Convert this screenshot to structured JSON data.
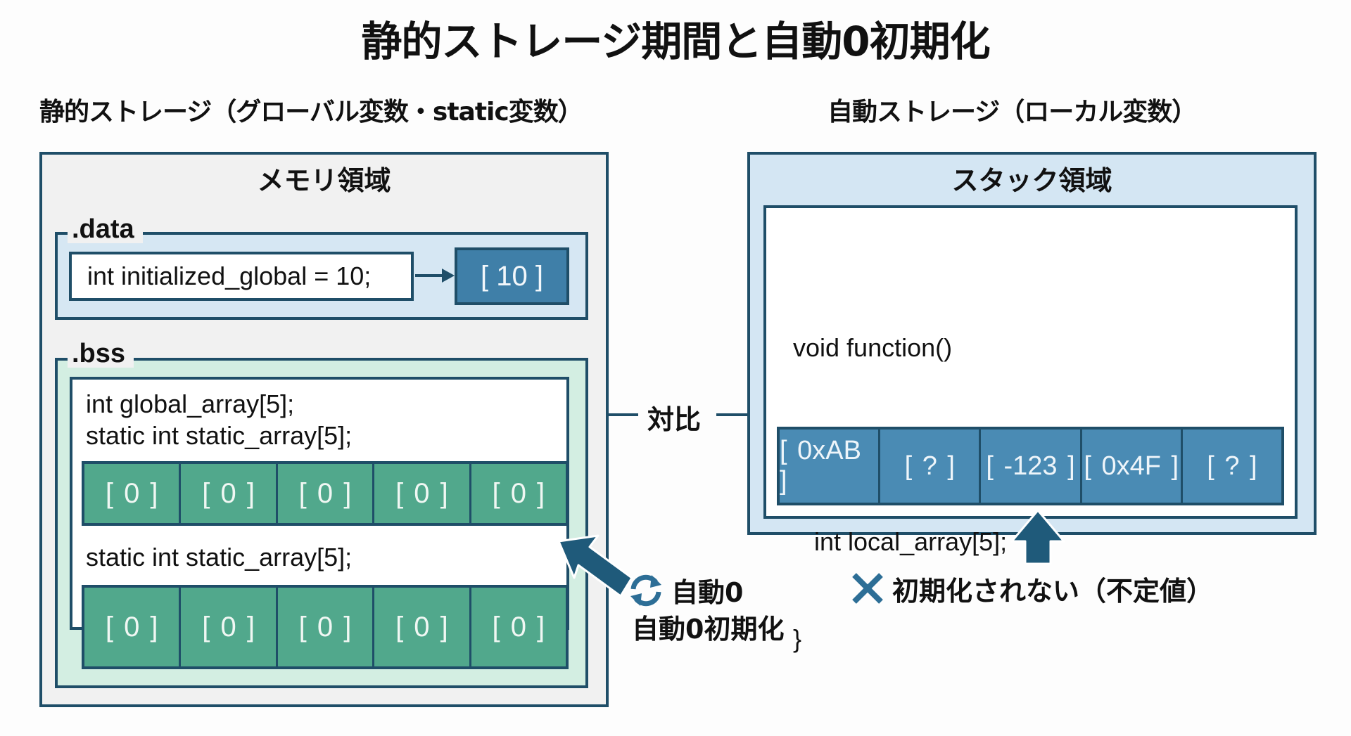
{
  "title": "静的ストレージ期間と自動0初期化",
  "left": {
    "heading": "静的ストレージ（グローバル変数・static変数）",
    "panel_title": "メモリ領域",
    "data_section": {
      "label": ".data",
      "code": "int initialized_global = 10;",
      "value": "[ 10 ]"
    },
    "bss_section": {
      "label": ".bss",
      "code_lines": [
        "int global_array[5];",
        "static int static_array[5];"
      ],
      "row1_cells": [
        "[ 0 ]",
        "[ 0 ]",
        "[ 0 ]",
        "[ 0 ]",
        "[ 0 ]"
      ],
      "code2": "static int static_array[5];",
      "row2_cells": [
        "[ 0 ]",
        "[ 0 ]",
        "[ 0 ]",
        "[ 0 ]",
        "[ 0 ]"
      ]
    },
    "annotation": {
      "icon": "refresh-icon",
      "line1": "自動0",
      "line2": "自動0初期化"
    }
  },
  "compare_label": "対比",
  "right": {
    "heading": "自動ストレージ（ローカル変数）",
    "panel_title": "スタック領域",
    "code_lines": [
      "void function()",
      "{",
      "   int local_array[5];",
      "}"
    ],
    "cells": [
      "[ 0xAB ]",
      "[ ? ]",
      "[ -123 ]",
      "[ 0x4F ]",
      "[ ? ]"
    ],
    "annotation": {
      "icon": "x-icon",
      "text": "初期化されない（不定値）"
    }
  },
  "colors": {
    "border": "#1f4e68",
    "data_bg": "#d6e7f3",
    "bss_bg": "#d3eee2",
    "green_cell": "#51a88c",
    "blue_cell": "#4a8bb4",
    "value_box": "#3f7fa8",
    "left_panel_bg": "#f1f1f1",
    "right_panel_bg": "#d4e6f3"
  }
}
